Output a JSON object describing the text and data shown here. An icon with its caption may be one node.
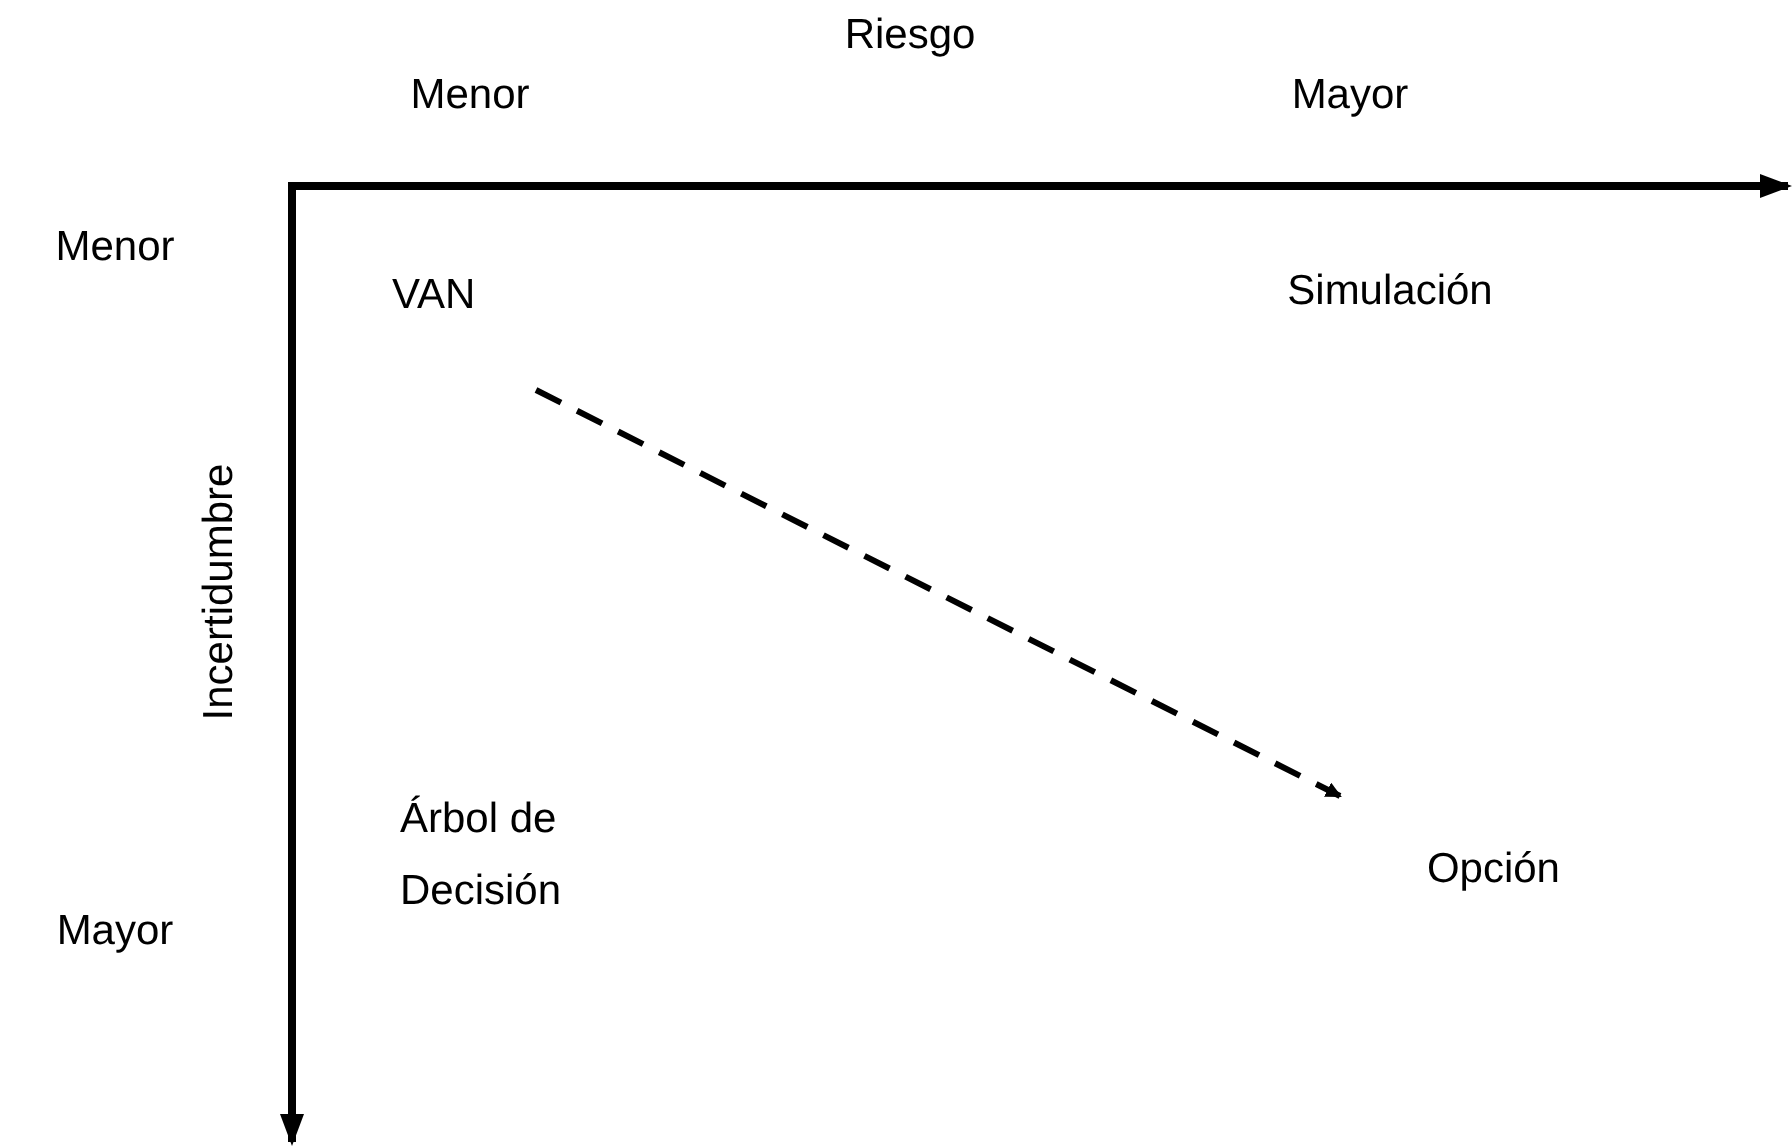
{
  "diagram": {
    "nodes": [
      {
        "text": [
          "VAN"
        ]
      },
      {
        "text": [
          "Simulación"
        ]
      },
      {
        "text": [
          "Árbol de Decisión"
        ]
      },
      {
        "text": [
          "Opción"
        ]
      }
    ],
    "edges": [
      {
        "from": 0,
        "to": 3,
        "arrow": "to",
        "style": "dashed"
      }
    ],
    "labels": [
      "Riesgo",
      "Menor",
      "Mayor",
      "Menor",
      "Incertidumbre",
      "Mayor"
    ]
  }
}
